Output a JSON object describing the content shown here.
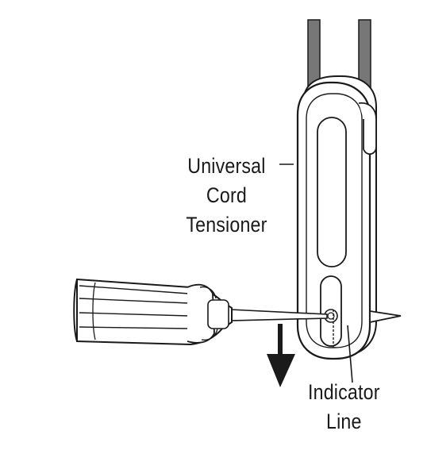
{
  "labels": {
    "tensioner": [
      "Universal",
      "Cord",
      "Tensioner"
    ],
    "indicator": [
      "Indicator",
      "Line"
    ]
  },
  "colors": {
    "cord": "#777777",
    "outline": "#1a1a1a",
    "background": "#ffffff"
  },
  "parts": [
    "cord",
    "universal-cord-tensioner",
    "screwdriver",
    "down-arrow-icon",
    "indicator-line"
  ]
}
